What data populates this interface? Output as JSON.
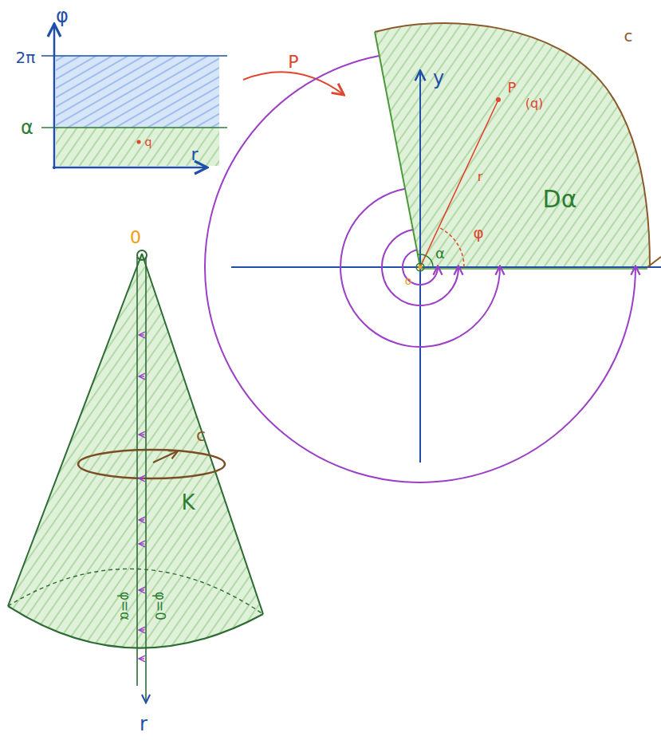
{
  "diagram": {
    "labels": [
      "φ",
      "2π",
      "α",
      "q",
      "r",
      "P",
      "y",
      "P",
      "(q)",
      "r",
      "φ",
      "Dα",
      "c",
      "α",
      "o",
      "0",
      "c",
      "K",
      "φ=α",
      "φ=0",
      "r"
    ]
  }
}
